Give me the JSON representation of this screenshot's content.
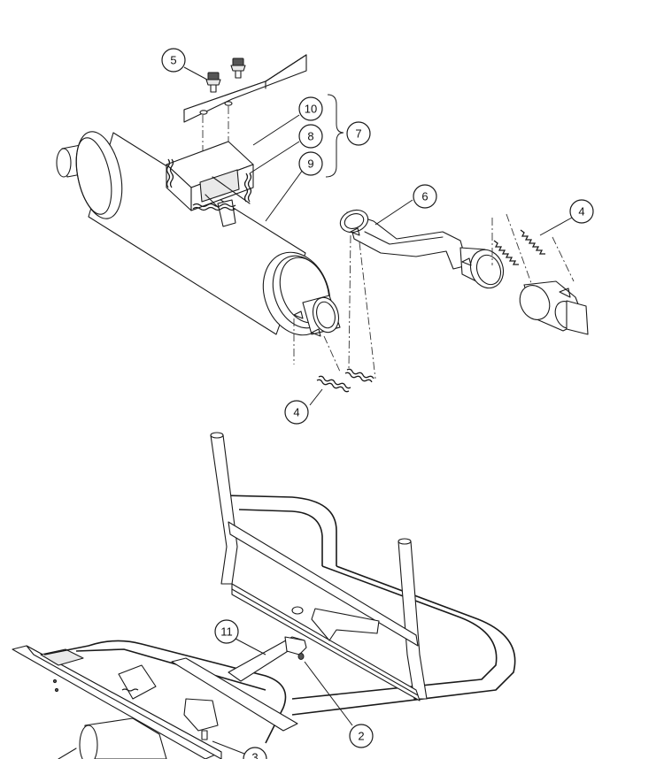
{
  "callouts": [
    {
      "id": "5",
      "label": "5"
    },
    {
      "id": "10",
      "label": "10"
    },
    {
      "id": "8",
      "label": "8"
    },
    {
      "id": "9",
      "label": "9"
    },
    {
      "id": "7",
      "label": "7"
    },
    {
      "id": "6",
      "label": "6"
    },
    {
      "id": "4a",
      "label": "4"
    },
    {
      "id": "4b",
      "label": "4"
    },
    {
      "id": "11",
      "label": "11"
    },
    {
      "id": "2",
      "label": "2"
    },
    {
      "id": "3",
      "label": "3"
    }
  ]
}
